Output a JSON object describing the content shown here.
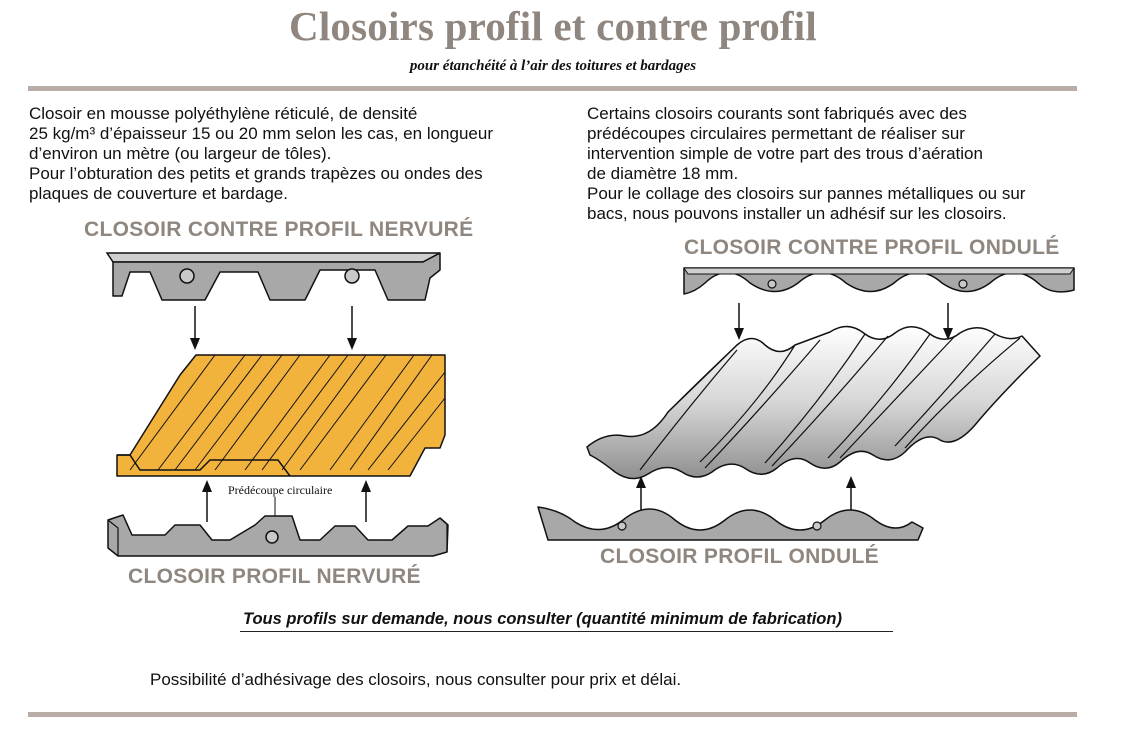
{
  "header": {
    "title": "Closoirs profil et contre profil",
    "subtitle": "pour étanchéité à l’air des toitures et bardages"
  },
  "left_text": {
    "lines": [
      "Closoir en mousse polyéthylène réticulé, de densité",
      "25 kg/m³ d’épaisseur 15 ou 20 mm selon les cas, en longueur",
      "d’environ un mètre (ou largeur de tôles).",
      "Pour l’obturation des petits et grands trapèzes ou ondes des",
      "plaques de couverture et bardage."
    ]
  },
  "right_text": {
    "lines": [
      "Certains closoirs courants sont fabriqués avec des",
      "prédécoupes circulaires permettant de réaliser sur",
      "intervention simple de votre part des trous d’aération",
      "de diamètre 18 mm.",
      "Pour le collage des closoirs sur pannes métalliques ou sur",
      "bacs, nous pouvons installer un adhésif sur les closoirs."
    ]
  },
  "diagrams": {
    "left_top_label": "CLOSOIR CONTRE PROFIL NERVURÉ",
    "left_bottom_label": "CLOSOIR PROFIL NERVURÉ",
    "callout": "Prédécoupe circulaire",
    "right_top_label": "CLOSOIR CONTRE PROFIL ONDULÉ",
    "right_bottom_label": "CLOSOIR PROFIL ONDULÉ"
  },
  "note": "Tous profils sur demande, nous consulter (quantité minimum de fabrication)",
  "footer": "Possibilité d’adhésivage des closoirs, nous consulter pour prix et délai.",
  "colors": {
    "title": "#8f877f",
    "rule": "#b7ada6",
    "trapezoid_sheet": "#f2b33d",
    "foam": "#a9a9a9",
    "corrugated_sheet": "#d9d9d9"
  }
}
